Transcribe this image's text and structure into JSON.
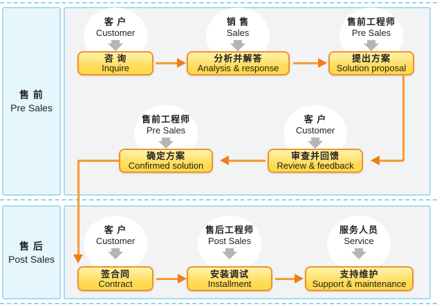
{
  "colors": {
    "accent_orange": "#EF7D17",
    "box_fill_top": "#FFF2AE",
    "box_fill_bottom": "#FFD94E",
    "box_border": "#F0941F",
    "section_border": "#A5DCF2",
    "sidebar_fill": "#E6F6FD",
    "panel_fill": "#F2F3F5",
    "dashed_line": "#86D4F0",
    "role_circle_fill": "#FFFFFF",
    "gray_arrow": "#B5B5B5",
    "text": "#222222"
  },
  "flow": {
    "pre_sales": {
      "sidebar": {
        "zh": "售 前",
        "en": "Pre Sales"
      },
      "steps": [
        {
          "role_zh": "客 户",
          "role_en": "Customer",
          "step_zh": "咨 询",
          "step_en": "Inquire"
        },
        {
          "role_zh": "销 售",
          "role_en": "Sales",
          "step_zh": "分析并解答",
          "step_en": "Analysis & response"
        },
        {
          "role_zh": "售前工程师",
          "role_en": "Pre Sales",
          "step_zh": "提出方案",
          "step_en": "Solution proposal"
        },
        {
          "role_zh": "售前工程师",
          "role_en": "Pre Sales",
          "step_zh": "确定方案",
          "step_en": "Confirmed solution"
        },
        {
          "role_zh": "客 户",
          "role_en": "Customer",
          "step_zh": "审查并回馈",
          "step_en": "Review & feedback"
        }
      ]
    },
    "post_sales": {
      "sidebar": {
        "zh": "售 后",
        "en": "Post Sales"
      },
      "steps": [
        {
          "role_zh": "客 户",
          "role_en": "Customer",
          "step_zh": "签合同",
          "step_en": "Contract"
        },
        {
          "role_zh": "售后工程师",
          "role_en": "Post Sales",
          "step_zh": "安装调试",
          "step_en": "Installment"
        },
        {
          "role_zh": "服务人员",
          "role_en": "Service",
          "step_zh": "支持维护",
          "step_en": "Support & maintenance"
        }
      ]
    }
  }
}
